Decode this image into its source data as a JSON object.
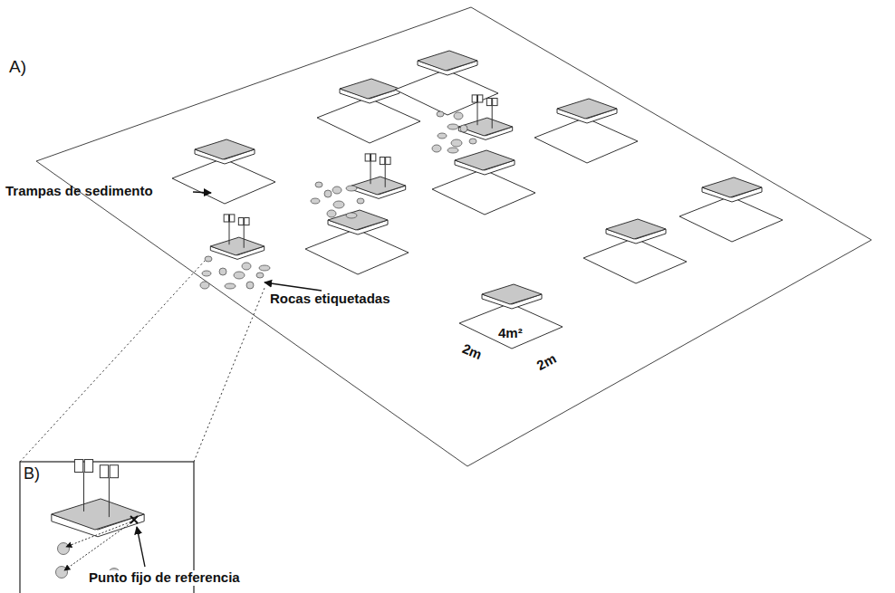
{
  "diagram": {
    "labels": [
      "A)",
      "Trampas de sedimento",
      "Rocas etiquetadas",
      "4m²",
      "2m",
      "2m",
      "B)",
      "Punto fijo de referencia"
    ]
  }
}
